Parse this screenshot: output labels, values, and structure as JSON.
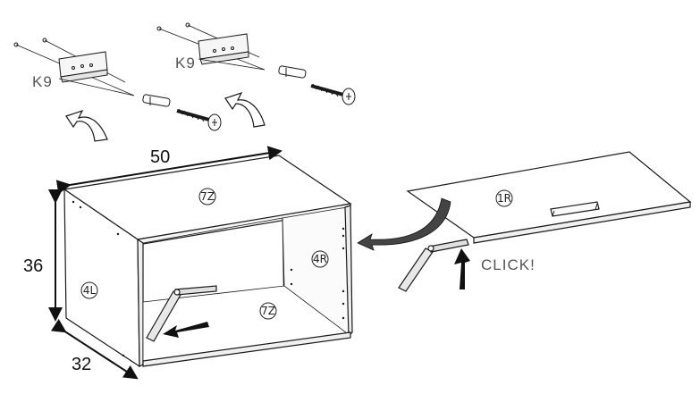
{
  "dimensions": {
    "width": "50",
    "height": "36",
    "depth": "32"
  },
  "hardware_labels": {
    "left": "K9",
    "right": "K9"
  },
  "parts": {
    "top": "7Z",
    "left_side": "4L",
    "right_side": "4R",
    "bottom": "7Z",
    "door": "1R"
  },
  "instruction": "CLICK!",
  "colors": {
    "line": "#1a1a1a",
    "label_grey": "#555555"
  }
}
